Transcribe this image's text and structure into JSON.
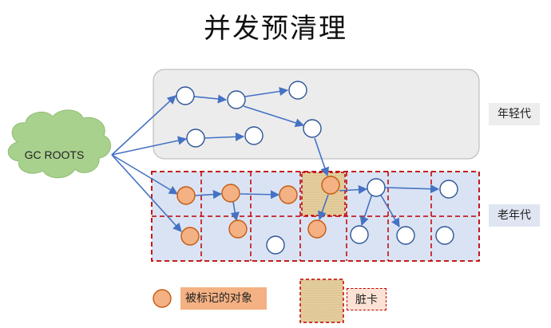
{
  "title": "并发预清理",
  "roots_label": "GC ROOTS",
  "young_label": "年轻代",
  "old_label": "老年代",
  "legend": {
    "marked_label": "被标记的对象",
    "dirty_label": "脏卡"
  },
  "colors": {
    "young_region_fill": "#ececec",
    "old_region_fill": "#dae3f3",
    "region_border": "#c00000",
    "marked_fill": "#f4b183",
    "marked_stroke": "#c55a11",
    "unmarked_fill": "#ffffff",
    "node_stroke": "#2f5597",
    "arrow": "#4472c4",
    "cloud": "#a9d18e",
    "dirty_card": "#e6cfa0"
  }
}
